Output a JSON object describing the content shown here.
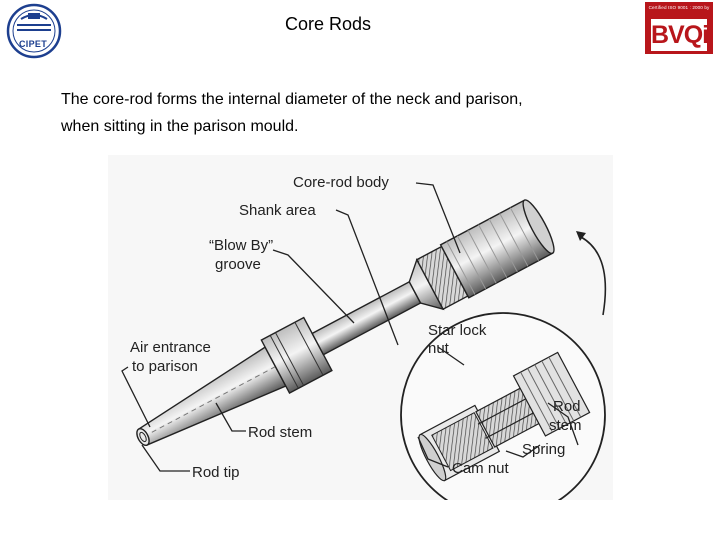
{
  "header": {
    "left_logo": {
      "icon": "cipet-logo",
      "text": "CIPET"
    },
    "right_logo": {
      "icon": "bvqi-logo",
      "certification": "Certified ISO 9001 : 2000 by",
      "brand": "BVQi"
    },
    "title": "Core Rods"
  },
  "body": {
    "lines": [
      "The core-rod forms the internal diameter of the neck and parison,",
      "when sitting in the parison mould."
    ]
  },
  "diagram": {
    "labels": {
      "core_rod_body": "Core-rod body",
      "shank_area": "Shank area",
      "blow_by_1": "“Blow By”",
      "blow_by_2": "groove",
      "air_entrance_1": "Air entrance",
      "air_entrance_2": "to parison",
      "rod_stem": "Rod stem",
      "rod_tip": "Rod tip",
      "star_lock_1": "Star lock",
      "star_lock_2": "nut",
      "inset_rod_stem_1": "Rod",
      "inset_rod_stem_2": "stem",
      "spring": "Spring",
      "cam_nut": "Cam nut"
    }
  }
}
